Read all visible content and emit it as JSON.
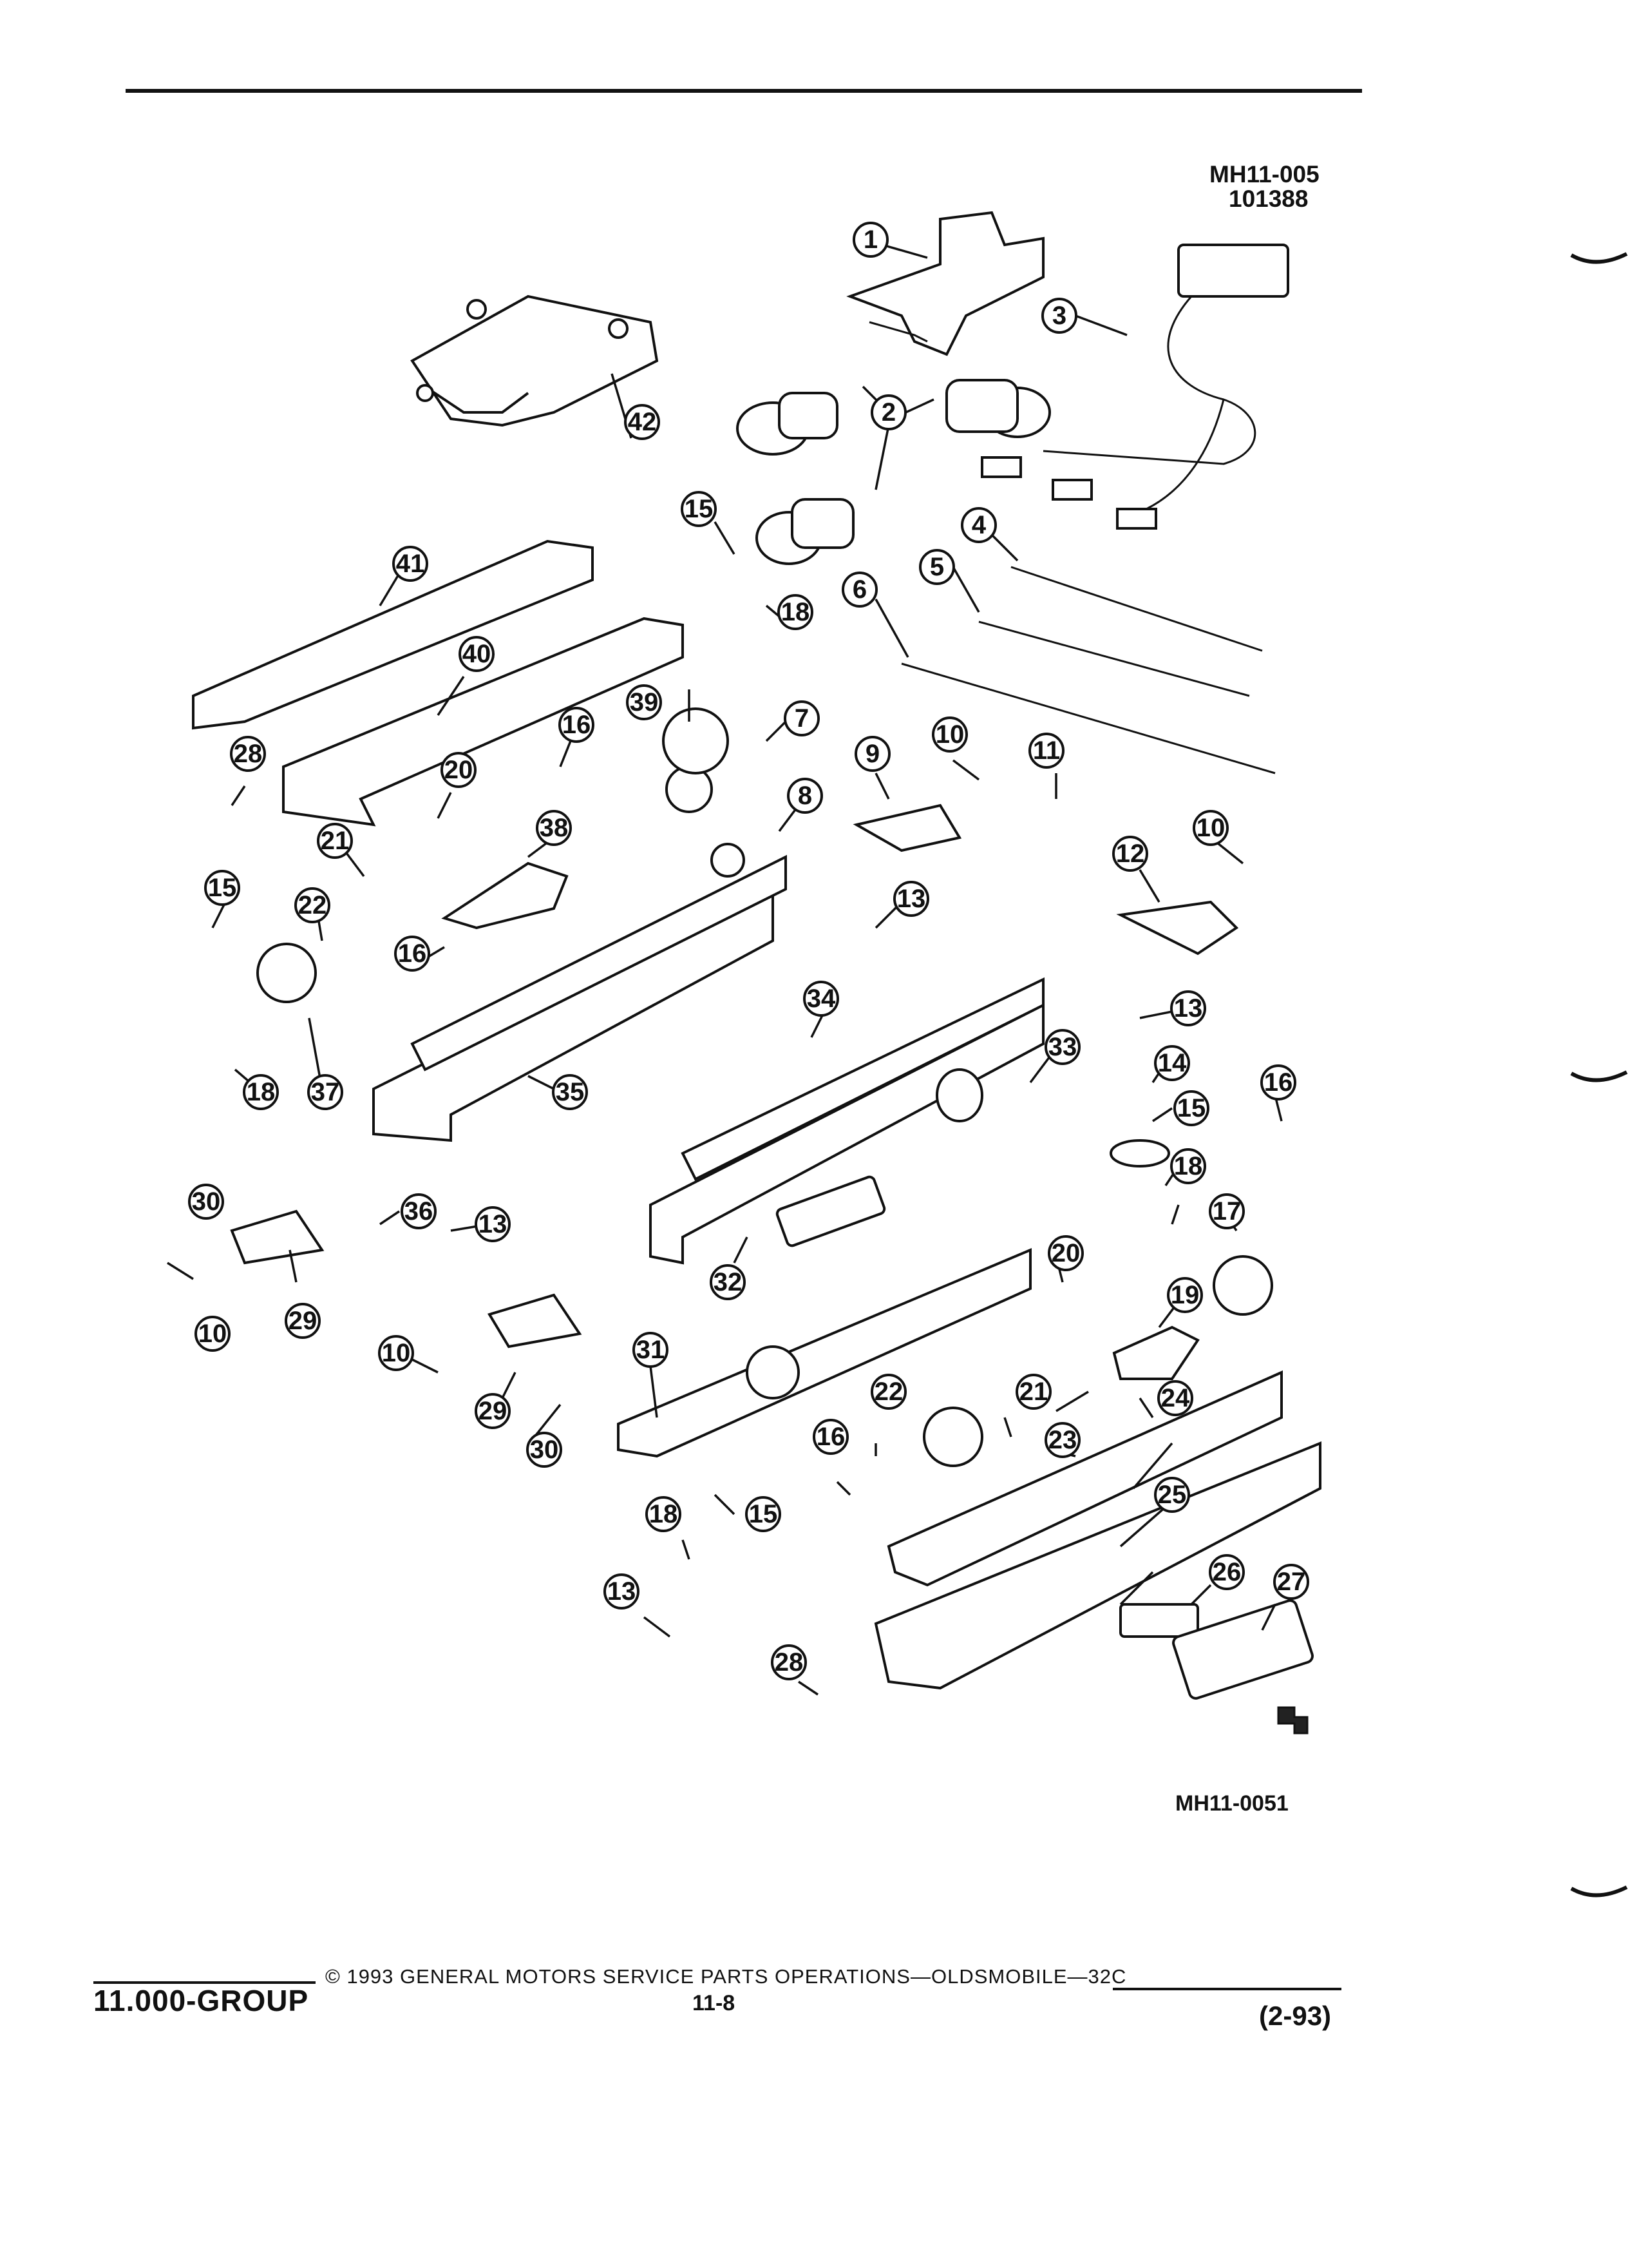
{
  "header": {
    "figure_code": "MH11-005",
    "figure_date": "101388"
  },
  "figure_code_bottom": "MH11-0051",
  "footer": {
    "group": "11.000-GROUP",
    "copyright": "© 1993 GENERAL MOTORS SERVICE PARTS OPERATIONS—OLDSMOBILE—32C",
    "page": "11-8",
    "revision": "(2-93)"
  },
  "callouts": [
    "1",
    "2",
    "3",
    "4",
    "5",
    "6",
    "7",
    "8",
    "9",
    "10",
    "11",
    "12",
    "13",
    "14",
    "15",
    "16",
    "17",
    "18",
    "19",
    "20",
    "21",
    "22",
    "23",
    "24",
    "25",
    "26",
    "27",
    "28",
    "29",
    "30",
    "31",
    "32",
    "33",
    "34",
    "35",
    "36",
    "37",
    "38",
    "39",
    "40",
    "41",
    "42"
  ]
}
